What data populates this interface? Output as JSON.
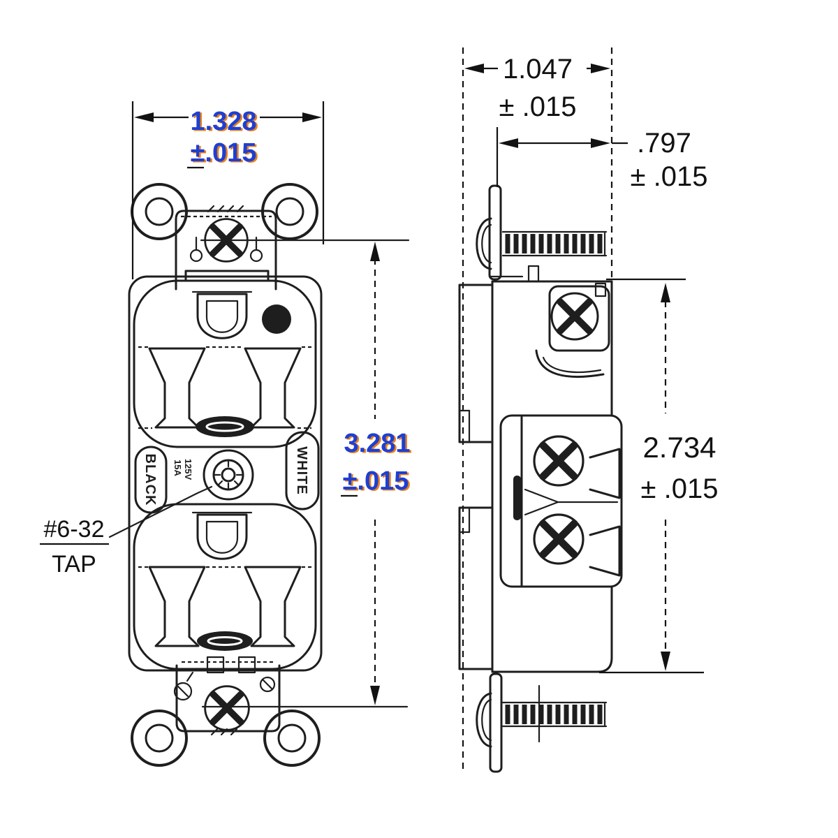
{
  "front_view": {
    "width_value": "1.328",
    "width_tolerance": "±.015",
    "height_value": "3.281",
    "height_tolerance": "±.015",
    "tap_note_line1": "#6-32",
    "tap_note_line2": "TAP",
    "marking_left": "BLACK",
    "marking_right": "WHITE",
    "marking_rating_line1": "15A",
    "marking_rating_line2": "125V"
  },
  "side_view": {
    "overall_depth_value": "1.047",
    "overall_depth_tolerance": "± .015",
    "mount_depth_value": ".797",
    "mount_depth_tolerance": "± .015",
    "body_height_value": "2.734",
    "body_height_tolerance": "± .015"
  },
  "colors": {
    "line": "#1e1e1e",
    "ink": "#121212",
    "blue": "#1e3fd2",
    "fringe": "#e8821e",
    "background": "#ffffff"
  }
}
